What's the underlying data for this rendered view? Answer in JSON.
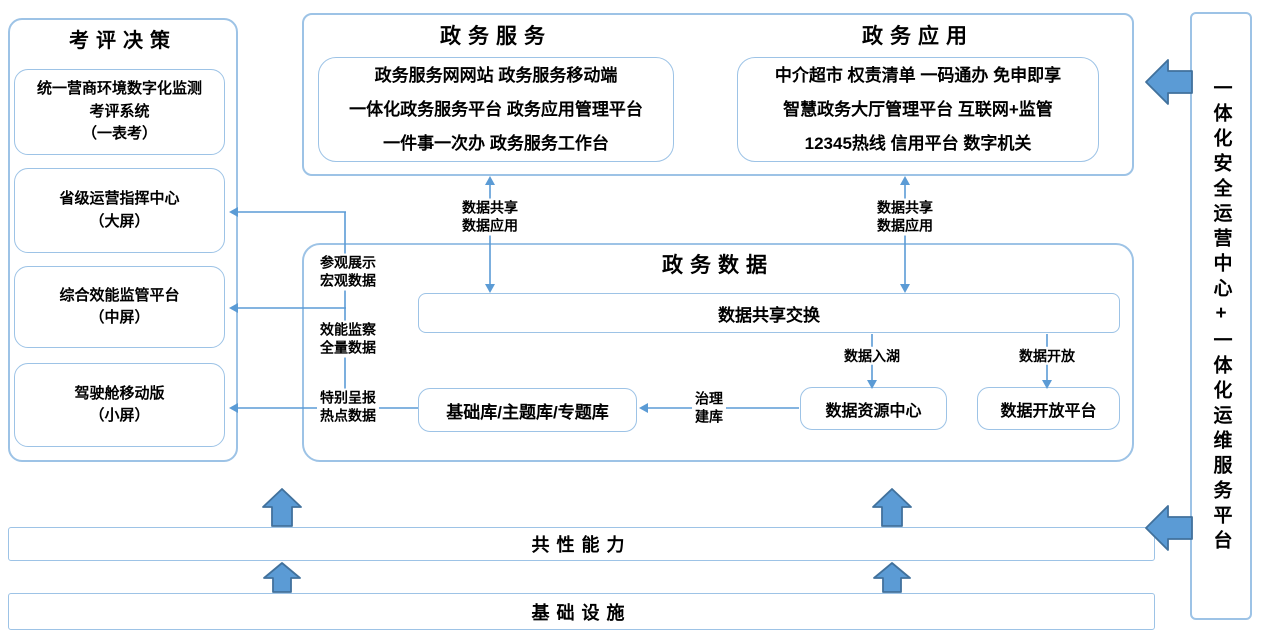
{
  "colors": {
    "panel_border": "#9DC3E6",
    "connector_line": "#5B9BD5",
    "block_arrow_fill": "#5B9BD5",
    "block_arrow_stroke": "#41719C",
    "text": "#000000",
    "background": "#FFFFFF"
  },
  "left_panel": {
    "title": "考评决策",
    "boxes": [
      "统一营商环境数字化监测\n考评系统\n（一表考）",
      "省级运营指挥中心\n（大屏）",
      "综合效能监管平台\n（中屏）",
      "驾驶舱移动版\n（小屏）"
    ]
  },
  "top_panel": {
    "service": {
      "title": "政务服务",
      "items": "政务服务网网站 政务服务移动端\n一体化政务服务平台 政务应用管理平台\n一件事一次办 政务服务工作台"
    },
    "application": {
      "title": "政务应用",
      "items": "中介超市 权责清单 一码通办 免申即享\n智慧政务大厅管理平台 互联网+监管\n12345热线 信用平台 数字机关"
    }
  },
  "data_panel": {
    "title": "政务数据",
    "exchange_bar": "数据共享交换",
    "library_box": "基础库/主题库/专题库",
    "resource_center": "数据资源中心",
    "open_platform": "数据开放平台"
  },
  "flow_labels": {
    "share_left": "数据共享\n数据应用",
    "share_right": "数据共享\n数据应用",
    "data_lake": "数据入湖",
    "data_open": "数据开放",
    "govern_build": "治理\n建库",
    "visit_display": "参观展示\n宏观数据",
    "efficiency_monitor": "效能监察\n全量数据",
    "special_report": "特别呈报\n热点数据"
  },
  "bars": {
    "common_capability": "共性能力",
    "infrastructure": "基础设施"
  },
  "right_panel": {
    "title": "一体化安全运营中心+一体化运维服务平台"
  }
}
